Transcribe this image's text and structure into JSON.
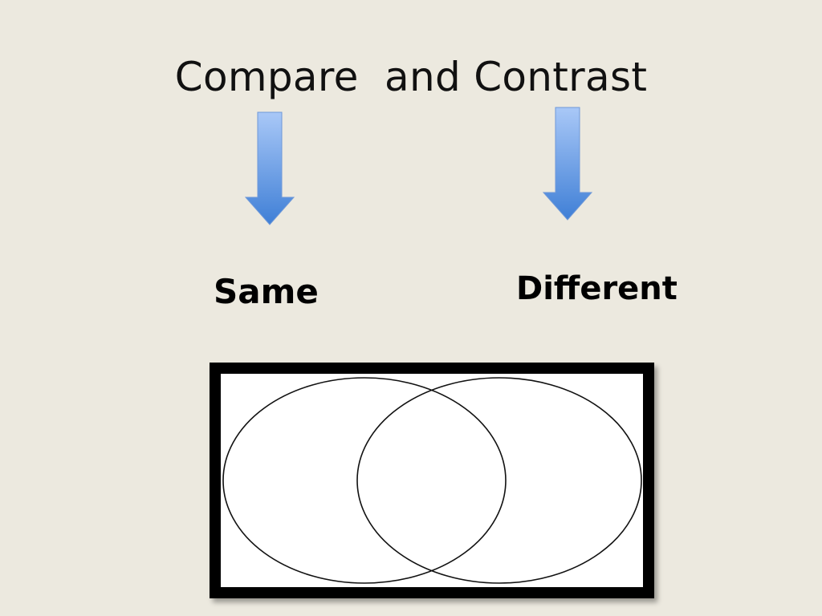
{
  "slide": {
    "title": "Compare  and Contrast",
    "labels": {
      "same": "Same",
      "different": "Different"
    },
    "arrows": {
      "left_icon": "down-arrow-icon",
      "right_icon": "down-arrow-icon",
      "gradient_top": "#A9C8F7",
      "gradient_bottom": "#3F7FD6"
    },
    "venn": {
      "sets": 2,
      "frame_color": "#000000",
      "fill": "#FFFFFF",
      "outline": "#111111"
    },
    "background": "#ECE9DF"
  }
}
